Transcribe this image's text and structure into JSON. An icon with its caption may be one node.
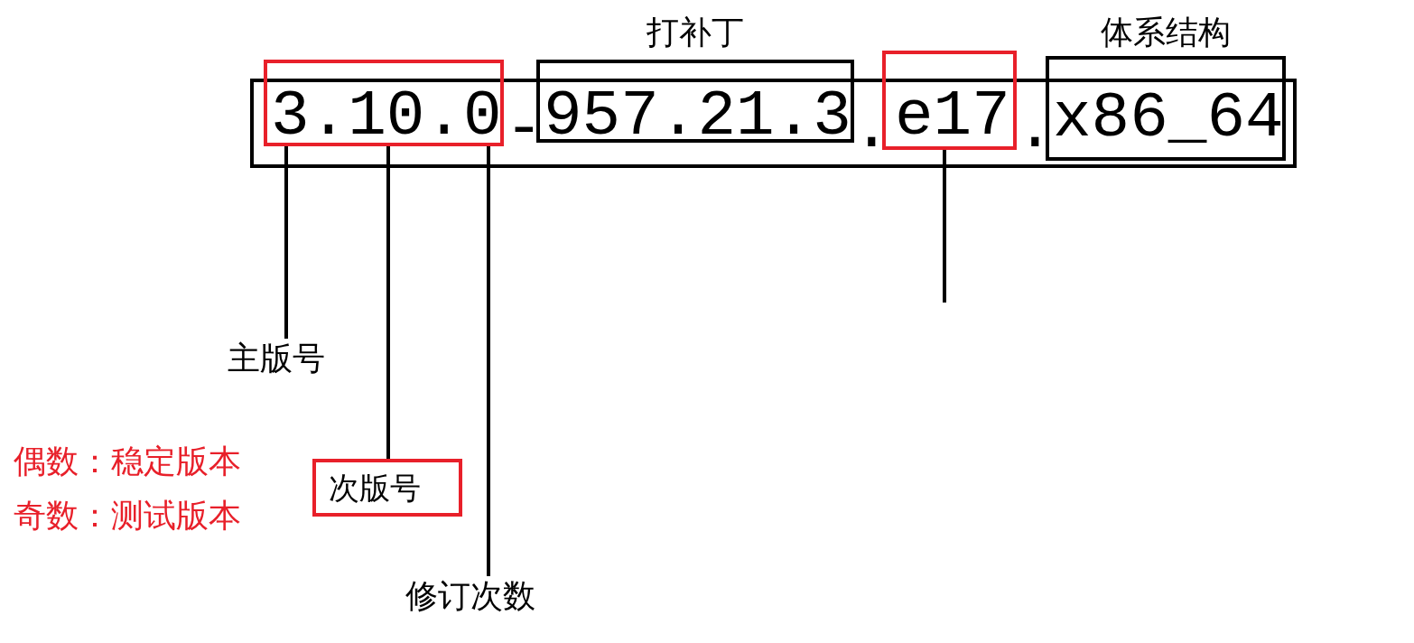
{
  "diagram": {
    "nodes": [
      {
        "text": [
          "-",
          ".",
          "."
        ]
      },
      {
        "text": [
          "3.10.0"
        ]
      },
      {
        "text": [
          "打补丁",
          "957.21.3"
        ]
      },
      {
        "text": [
          "e17"
        ]
      },
      {
        "text": [
          "体系结构",
          "x86_64"
        ]
      },
      {
        "text": [
          "主版号"
        ]
      },
      {
        "text": [
          "次版号"
        ],
        "beside": [
          "偶数：稳定版本",
          "奇数：测试版本"
        ]
      },
      {
        "text": [
          "修订次数"
        ]
      }
    ],
    "edges": [
      {
        "from": 5,
        "to": 1,
        "arrow": "none"
      },
      {
        "from": 6,
        "to": 1,
        "arrow": "none"
      },
      {
        "from": 7,
        "to": 1,
        "arrow": "none"
      },
      {
        "from": null,
        "to": 3,
        "arrow": "none"
      }
    ]
  }
}
